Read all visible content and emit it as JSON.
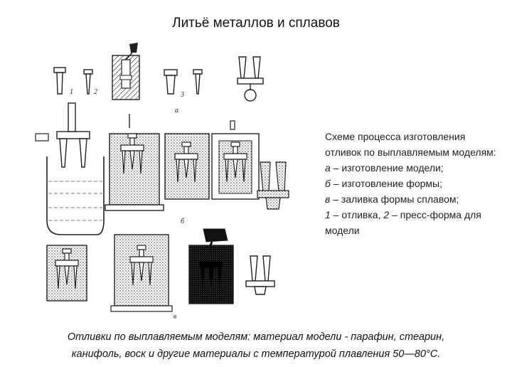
{
  "title": "Литьё металлов и сплавов",
  "figure": {
    "labels": {
      "part_1": "1",
      "part_2": "2",
      "part_3": "3",
      "stage_a": "а",
      "stage_b": "б",
      "stage_v": "в"
    }
  },
  "caption": {
    "line1": "Схеме процесса изготовления отливок по выплавляемым моделям:",
    "a_letter": "а",
    "a_text": " – изготовление модели;",
    "b_letter": "б",
    "b_text": " – изготовление формы;",
    "v_letter": "в",
    "v_text": " – заливка формы сплавом;",
    "n1": "1",
    "n1_text": " – отливка, ",
    "n2": "2",
    "n2_text": " – пресс-форма для модели"
  },
  "footer": {
    "line1": "Отливки по выплавляемым моделям: материал модели - парафин, стеарин,",
    "line2": "канифоль, воск и другие материалы с температурой плавления 50—80°С."
  }
}
